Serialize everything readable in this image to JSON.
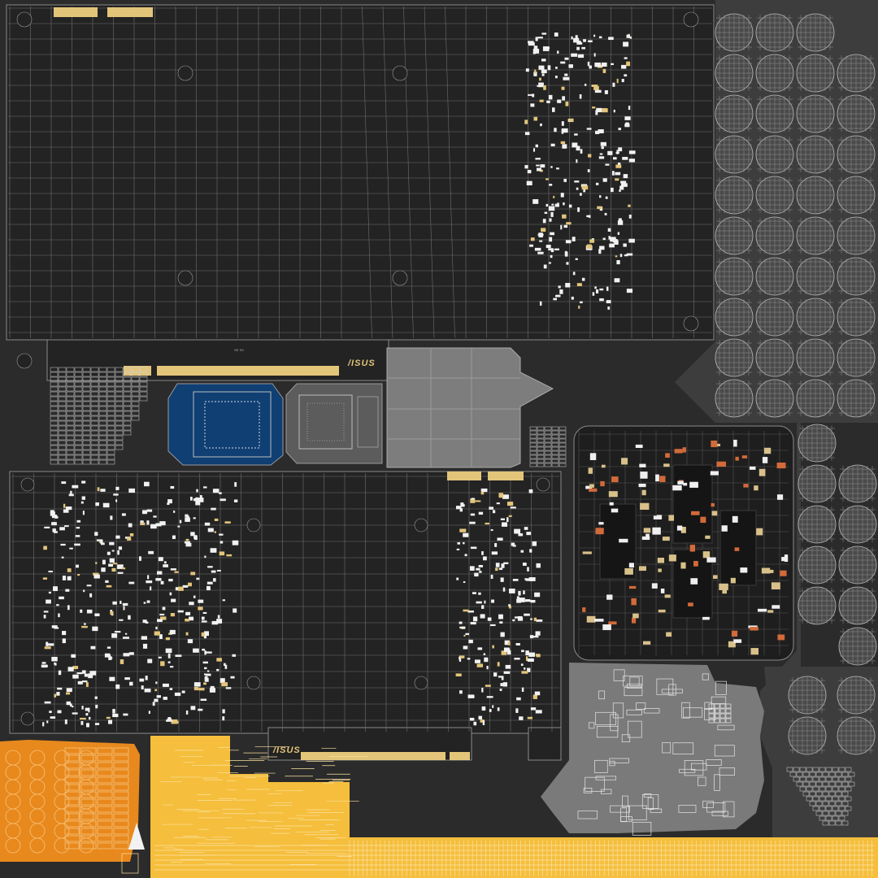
{
  "texture": {
    "background_color": "#2b2b2b",
    "wire_color": "#8a8a8a",
    "gold_color": "#e3c57a",
    "orange_color": "#e8891d",
    "yellow_color": "#f5be3c",
    "blue_color": "#0f3f73",
    "gray_panel_color": "#6c6c6c",
    "light_gray_color": "#9a9a9a"
  },
  "logos": [
    {
      "text": "/ISUS"
    },
    {
      "text": "/ISUS"
    }
  ],
  "small_labels": [
    {
      "text": "SE SS"
    }
  ],
  "fan_grid": {
    "rows_main": 10,
    "cols_main": 4,
    "rows_lower": 5,
    "cols_lower": 2
  }
}
